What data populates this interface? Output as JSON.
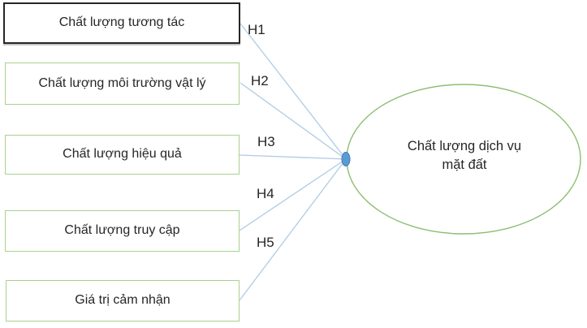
{
  "diagram": {
    "factors": [
      {
        "label": "Chất lượng tương tác",
        "hypothesis": "H1"
      },
      {
        "label": "Chất lượng môi trường vật lý",
        "hypothesis": "H2"
      },
      {
        "label": "Chất lượng hiệu quả",
        "hypothesis": "H3"
      },
      {
        "label": "Chất lượng truy cập",
        "hypothesis": "H4"
      },
      {
        "label": "Giá trị cảm nhận",
        "hypothesis": "H5"
      }
    ],
    "outcome": {
      "label": "Chất lượng dịch vụ mặt đất",
      "label_line1": "Chất lượng dịch vụ",
      "label_line2": "mặt đất"
    },
    "colors": {
      "factor_border_green": "#a9d18e",
      "factor_border_dark": "#262626",
      "outcome_border": "#8fbe70",
      "connector_line": "#aecbe5",
      "connector_node_fill": "#5b9bd5",
      "connector_node_stroke": "#3f7cb8",
      "text": "#262626",
      "background": "#ffffff"
    }
  }
}
